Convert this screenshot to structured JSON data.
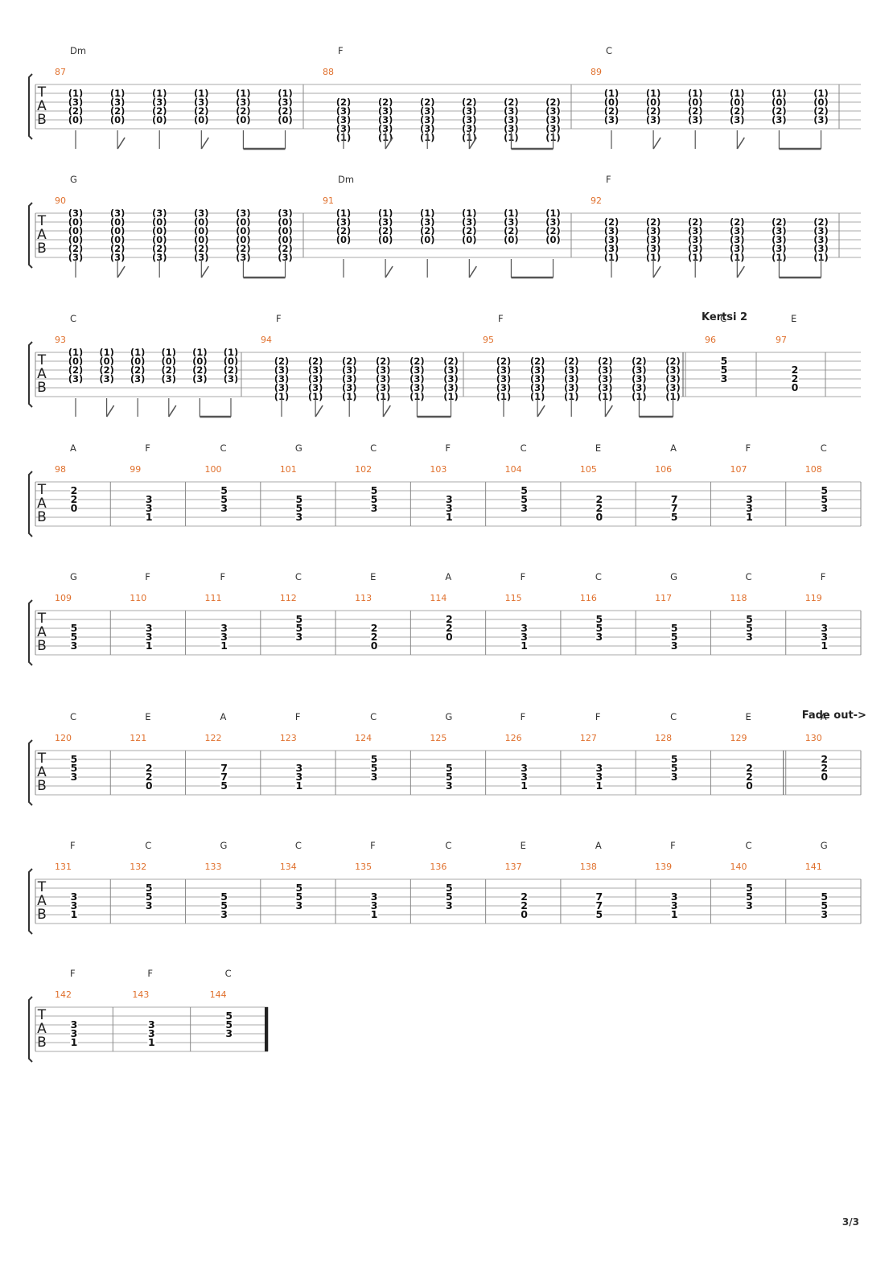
{
  "page": {
    "number": "3/3"
  },
  "annotations": {
    "kertsi": "Kertsi 2",
    "fade": "Fade out->"
  },
  "systems": [
    {
      "measures": [
        {
          "num": "87",
          "chord": "Dm",
          "cols": 6,
          "ghost": true,
          "strings": {
            "1": "1",
            "2": "3",
            "3": "2",
            "4": "0"
          },
          "alt": {
            "4": {
              "2": "3",
              "3": "2",
              "4": "0"
            }
          },
          "stems": "pattern"
        },
        {
          "num": "88",
          "chord": "F",
          "cols": 6,
          "ghost": true,
          "strings": {
            "2": "2",
            "3": "3",
            "4": "3",
            "5": "3",
            "6": "1"
          },
          "stems": "pattern"
        },
        {
          "num": "89",
          "chord": "C",
          "cols": 6,
          "ghost": true,
          "strings": {
            "1": "1",
            "2": "0",
            "3": "2",
            "4": "3"
          },
          "stems": "pattern"
        }
      ]
    },
    {
      "measures": [
        {
          "num": "90",
          "chord": "G",
          "cols": 6,
          "ghost": true,
          "strings": {
            "0": "3",
            "1": "0",
            "2": "0",
            "3": "0",
            "4": "2",
            "5": "3"
          },
          "stems": "pattern"
        },
        {
          "num": "91",
          "chord": "Dm",
          "cols": 6,
          "ghost": true,
          "strings": {
            "0": "1",
            "1": "3",
            "2": "2",
            "3": "0"
          },
          "stems": "pattern"
        },
        {
          "num": "92",
          "chord": "F",
          "cols": 6,
          "ghost": true,
          "strings": {
            "1": "2",
            "2": "3",
            "3": "3",
            "4": "3",
            "5": "1"
          },
          "stems": "pattern"
        }
      ]
    },
    {
      "measures": [
        {
          "num": "93",
          "chord": "C",
          "cols": 6,
          "ghost": true,
          "strings": {
            "0": "1",
            "1": "0",
            "2": "2",
            "3": "3"
          },
          "stems": "pattern"
        },
        {
          "num": "94",
          "chord": "F",
          "cols": 6,
          "ghost": true,
          "strings": {
            "1": "2",
            "2": "3",
            "3": "3",
            "4": "3",
            "5": "1"
          },
          "stems": "pattern"
        },
        {
          "num": "95",
          "chord": "F",
          "cols": 6,
          "ghost": true,
          "strings": {
            "1": "2",
            "2": "3",
            "3": "3",
            "4": "3",
            "5": "1"
          },
          "stems": "pattern"
        },
        {
          "num": "96",
          "chord": "C",
          "cols": 1,
          "ghost": false,
          "strings": {
            "1": "5",
            "2": "5",
            "3": "3"
          },
          "label": "kertsi",
          "doubleBarBefore": true
        },
        {
          "num": "97",
          "chord": "E",
          "cols": 1,
          "ghost": false,
          "strings": {
            "2": "2",
            "3": "2",
            "4": "0"
          }
        }
      ]
    },
    {
      "measures": [
        {
          "num": "98",
          "chord": "A",
          "strings": {
            "1": "2",
            "2": "2",
            "3": "0"
          }
        },
        {
          "num": "99",
          "chord": "F",
          "strings": {
            "2": "3",
            "3": "3",
            "4": "1"
          }
        },
        {
          "num": "100",
          "chord": "C",
          "strings": {
            "1": "5",
            "2": "5",
            "3": "3"
          }
        },
        {
          "num": "101",
          "chord": "G",
          "strings": {
            "2": "5",
            "3": "5",
            "4": "3"
          }
        },
        {
          "num": "102",
          "chord": "C",
          "strings": {
            "1": "5",
            "2": "5",
            "3": "3"
          }
        },
        {
          "num": "103",
          "chord": "F",
          "strings": {
            "2": "3",
            "3": "3",
            "4": "1"
          }
        },
        {
          "num": "104",
          "chord": "C",
          "strings": {
            "1": "5",
            "2": "5",
            "3": "3"
          }
        },
        {
          "num": "105",
          "chord": "E",
          "strings": {
            "2": "2",
            "3": "2",
            "4": "0"
          }
        },
        {
          "num": "106",
          "chord": "A",
          "strings": {
            "2": "7",
            "3": "7",
            "4": "5"
          }
        },
        {
          "num": "107",
          "chord": "F",
          "strings": {
            "2": "3",
            "3": "3",
            "4": "1"
          }
        },
        {
          "num": "108",
          "chord": "C",
          "strings": {
            "1": "5",
            "2": "5",
            "3": "3"
          }
        }
      ]
    },
    {
      "measures": [
        {
          "num": "109",
          "chord": "G",
          "strings": {
            "2": "5",
            "3": "5",
            "4": "3"
          }
        },
        {
          "num": "110",
          "chord": "F",
          "strings": {
            "2": "3",
            "3": "3",
            "4": "1"
          }
        },
        {
          "num": "111",
          "chord": "F",
          "strings": {
            "2": "3",
            "3": "3",
            "4": "1"
          }
        },
        {
          "num": "112",
          "chord": "C",
          "strings": {
            "1": "5",
            "2": "5",
            "3": "3"
          }
        },
        {
          "num": "113",
          "chord": "E",
          "strings": {
            "2": "2",
            "3": "2",
            "4": "0"
          }
        },
        {
          "num": "114",
          "chord": "A",
          "strings": {
            "1": "2",
            "2": "2",
            "3": "0"
          }
        },
        {
          "num": "115",
          "chord": "F",
          "strings": {
            "2": "3",
            "3": "3",
            "4": "1"
          }
        },
        {
          "num": "116",
          "chord": "C",
          "strings": {
            "1": "5",
            "2": "5",
            "3": "3"
          }
        },
        {
          "num": "117",
          "chord": "G",
          "strings": {
            "2": "5",
            "3": "5",
            "4": "3"
          }
        },
        {
          "num": "118",
          "chord": "C",
          "strings": {
            "1": "5",
            "2": "5",
            "3": "3"
          }
        },
        {
          "num": "119",
          "chord": "F",
          "strings": {
            "2": "3",
            "3": "3",
            "4": "1"
          }
        }
      ]
    },
    {
      "measures": [
        {
          "num": "120",
          "chord": "C",
          "strings": {
            "1": "5",
            "2": "5",
            "3": "3"
          }
        },
        {
          "num": "121",
          "chord": "E",
          "strings": {
            "2": "2",
            "3": "2",
            "4": "0"
          }
        },
        {
          "num": "122",
          "chord": "A",
          "strings": {
            "2": "7",
            "3": "7",
            "4": "5"
          }
        },
        {
          "num": "123",
          "chord": "F",
          "strings": {
            "2": "3",
            "3": "3",
            "4": "1"
          }
        },
        {
          "num": "124",
          "chord": "C",
          "strings": {
            "1": "5",
            "2": "5",
            "3": "3"
          }
        },
        {
          "num": "125",
          "chord": "G",
          "strings": {
            "2": "5",
            "3": "5",
            "4": "3"
          }
        },
        {
          "num": "126",
          "chord": "F",
          "strings": {
            "2": "3",
            "3": "3",
            "4": "1"
          }
        },
        {
          "num": "127",
          "chord": "F",
          "strings": {
            "2": "3",
            "3": "3",
            "4": "1"
          }
        },
        {
          "num": "128",
          "chord": "C",
          "strings": {
            "1": "5",
            "2": "5",
            "3": "3"
          }
        },
        {
          "num": "129",
          "chord": "E",
          "strings": {
            "2": "2",
            "3": "2",
            "4": "0"
          }
        },
        {
          "num": "130",
          "chord": "A",
          "strings": {
            "1": "2",
            "2": "2",
            "3": "0"
          },
          "label": "fade",
          "doubleBarBefore": true
        }
      ]
    },
    {
      "measures": [
        {
          "num": "131",
          "chord": "F",
          "strings": {
            "2": "3",
            "3": "3",
            "4": "1"
          }
        },
        {
          "num": "132",
          "chord": "C",
          "strings": {
            "1": "5",
            "2": "5",
            "3": "3"
          }
        },
        {
          "num": "133",
          "chord": "G",
          "strings": {
            "2": "5",
            "3": "5",
            "4": "3"
          }
        },
        {
          "num": "134",
          "chord": "C",
          "strings": {
            "1": "5",
            "2": "5",
            "3": "3"
          }
        },
        {
          "num": "135",
          "chord": "F",
          "strings": {
            "2": "3",
            "3": "3",
            "4": "1"
          }
        },
        {
          "num": "136",
          "chord": "C",
          "strings": {
            "1": "5",
            "2": "5",
            "3": "3"
          }
        },
        {
          "num": "137",
          "chord": "E",
          "strings": {
            "2": "2",
            "3": "2",
            "4": "0"
          }
        },
        {
          "num": "138",
          "chord": "A",
          "strings": {
            "2": "7",
            "3": "7",
            "4": "5"
          }
        },
        {
          "num": "139",
          "chord": "F",
          "strings": {
            "2": "3",
            "3": "3",
            "4": "1"
          }
        },
        {
          "num": "140",
          "chord": "C",
          "strings": {
            "1": "5",
            "2": "5",
            "3": "3"
          }
        },
        {
          "num": "141",
          "chord": "G",
          "strings": {
            "2": "5",
            "3": "5",
            "4": "3"
          }
        }
      ]
    },
    {
      "final": true,
      "measures": [
        {
          "num": "142",
          "chord": "F",
          "strings": {
            "2": "3",
            "3": "3",
            "4": "1"
          }
        },
        {
          "num": "143",
          "chord": "F",
          "strings": {
            "2": "3",
            "3": "3",
            "4": "1"
          }
        },
        {
          "num": "144",
          "chord": "C",
          "strings": {
            "1": "5",
            "2": "5",
            "3": "3"
          }
        }
      ]
    }
  ]
}
